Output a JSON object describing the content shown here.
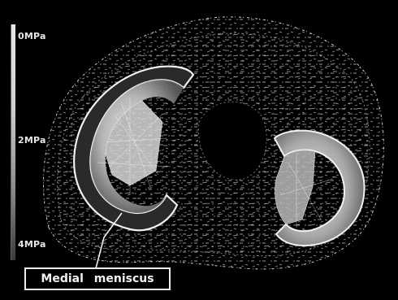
{
  "scale": {
    "top_label": "0MPa",
    "middle_label": "2MPa",
    "bottom_label": "4MPa"
  },
  "callout": {
    "label": "Medial meniscus"
  }
}
